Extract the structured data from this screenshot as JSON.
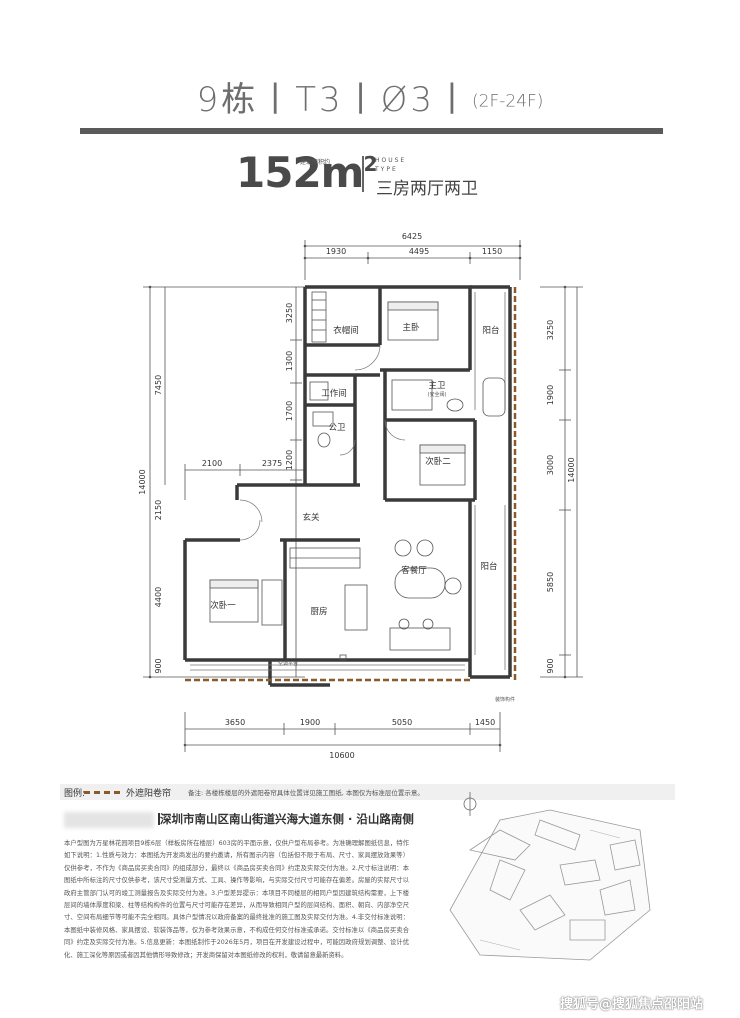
{
  "header": {
    "title": "9栋丨T3丨Ø3丨",
    "floors": "(2F-24F)",
    "area_value": "152m",
    "area_sup": "2",
    "area_label": "建筑面积约",
    "house_type_en": "HOUSE TYPE",
    "house_type_cn": "三房两厅两卫"
  },
  "rooms": {
    "cloakroom": "衣帽间",
    "master_bedroom": "主卧",
    "balcony_top": "阳台",
    "master_bath": "主卫",
    "master_bath_note": "(安全阀)",
    "workroom": "工作间",
    "public_bath": "公卫",
    "bedroom_two": "次卧二",
    "entrance": "玄关",
    "living_dining": "客餐厅",
    "balcony_bottom": "阳台",
    "bedroom_one": "次卧一",
    "kitchen": "厨房",
    "ac_platform": "空调平台",
    "facade_component": "装饰构件"
  },
  "dimensions": {
    "top_total": "6425",
    "top": [
      "1930",
      "4495",
      "1150"
    ],
    "left_total": "14000",
    "left_upper": "7450",
    "left_segments": [
      "3250",
      "1300",
      "1700",
      "1200",
      "2150",
      "4400",
      "900"
    ],
    "mid_left": [
      "2100",
      "2375"
    ],
    "right_total": "14000",
    "right_segments": [
      "3250",
      "1900",
      "3000",
      "5850",
      "900"
    ],
    "bottom": [
      "3650",
      "1900",
      "5050",
      "1450"
    ],
    "bottom_total": "10600"
  },
  "legend": {
    "label": "图例:",
    "item": "外遮阳卷帘",
    "note": "备注: 各楼栋楼层的外遮阳卷帘具体位置详见施工图纸, 本图仅为标准层位置示意。",
    "color": "#8b5a2b"
  },
  "address": "深圳市南山区南山街道兴海大道东侧 · 沿山路南侧",
  "notes": "本户型图为万星林花园项目9栋6层（样板房所在楼层）603房的平面示意，仅供户型布局参考。为准确理解图纸信息，特作如下说明：1.性质与效力：本图纸为开发商发出的要约邀请，所有图示内容（包括但不限于布局、尺寸、家具摆放效果等）仅供参考，不作为《商品房买卖合同》的组成部分，最终以《商品房买卖合同》约定及实际交付为准。2.尺寸标注说明：本图纸中所标注的尺寸仅供参考，该尺寸受测量方式、工具、操作等影响，与实际交付尺寸可能存在偏差。房屋的实际尺寸以政府主管部门认可的竣工测量报告及实际交付为准。3.户型差异提示：本项目不同楼层的相同户型因建筑结构需要，上下楼层间的墙体厚度和梁、柱等结构构件的位置与尺寸可能存在差异，从而导致相同户型的层间结构、面积、朝向、内部净空尺寸、空间布局细节等可能不完全相同。具体户型情况以政府备案的最终批准的施工图及实际交付为准。4.非交付标准说明：本图纸中装修风格、家具摆设、软装饰品等，仅为参考效果示意，不构成任何交付标准或承诺。交付标准以《商品房买卖合同》约定及实际交付为准。5.信息更新：本图纸制作于2026年5月，项目在开发建设过程中，可能因政府规划调整、设计优化、施工深化等原因或者因其他情形导致修改；开发商保留对本图纸修改的权利，敬请留意最新资料。",
  "watermark": "搜狐号@搜狐焦点邵阳站"
}
